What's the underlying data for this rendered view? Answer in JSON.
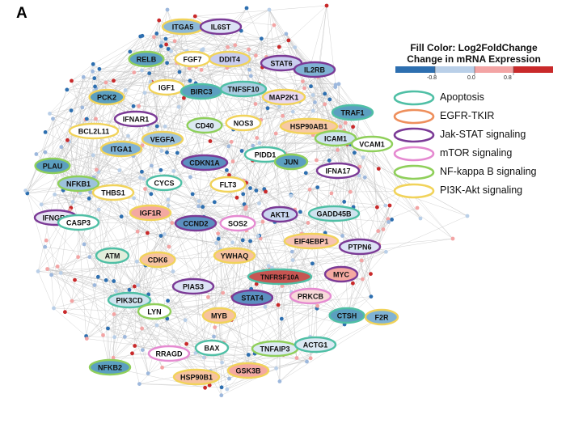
{
  "panel_label": "A",
  "legend": {
    "title_line1": "Fill Color: Log2FoldChange",
    "title_line2": "Change in mRNA Expression",
    "scale_colors": [
      "#2d6fb0",
      "#b9cfe8",
      "#f3a4a4",
      "#c9292a"
    ],
    "ticks": [
      "-0.8",
      "0.0",
      "0.8"
    ],
    "categories": [
      {
        "label": "Apoptosis",
        "color": "#4fbfa5"
      },
      {
        "label": "EGFR-TKIR",
        "color": "#ee8f5c"
      },
      {
        "label": "Jak-STAT signaling",
        "color": "#7b3a96"
      },
      {
        "label": "mTOR signaling",
        "color": "#e58ad1"
      },
      {
        "label": "NF-kappa B signaling",
        "color": "#8fcf5a"
      },
      {
        "label": "PI3K-Akt signaling",
        "color": "#f1d35a"
      }
    ]
  },
  "genes": [
    {
      "label": "ITGA5",
      "fill": "#8cb8d6",
      "ring": "#f1d35a"
    },
    {
      "label": "IL6ST",
      "fill": "#dde3f5",
      "ring": "#7b3a96"
    },
    {
      "label": "RELB",
      "fill": "#5b9fc0",
      "ring": "#8fcf5a"
    },
    {
      "label": "FGF7",
      "fill": "#ffffff",
      "ring": "#f1d35a"
    },
    {
      "label": "DDIT4",
      "fill": "#c9cdef",
      "ring": "#f1d35a"
    },
    {
      "label": "STAT6",
      "fill": "#c9cdef",
      "ring": "#7b3a96"
    },
    {
      "label": "IL2RB",
      "fill": "#7fb2d4",
      "ring": "#7b3a96"
    },
    {
      "label": "IGF1",
      "fill": "#ffffff",
      "ring": "#f1d35a"
    },
    {
      "label": "BIRC3",
      "fill": "#5b9fc0",
      "ring": "#4fbfa5"
    },
    {
      "label": "TNFSF10",
      "fill": "#a9cde2",
      "ring": "#4fbfa5"
    },
    {
      "label": "MAP2K1",
      "fill": "#e9d8f0",
      "ring": "#f1d35a"
    },
    {
      "label": "PCK2",
      "fill": "#5b9fc0",
      "ring": "#f1d35a"
    },
    {
      "label": "IFNAR1",
      "fill": "#ffffff",
      "ring": "#7b3a96"
    },
    {
      "label": "TRAF1",
      "fill": "#5b9fc0",
      "ring": "#4fbfa5"
    },
    {
      "label": "BCL2L11",
      "fill": "#ffffff",
      "ring": "#f1d35a"
    },
    {
      "label": "CD40",
      "fill": "#dce9f3",
      "ring": "#8fcf5a"
    },
    {
      "label": "NOS3",
      "fill": "#ffffff",
      "ring": "#f1d35a"
    },
    {
      "label": "HSP90AB1",
      "fill": "#f7c9a5",
      "ring": "#f1d35a"
    },
    {
      "label": "ICAM1",
      "fill": "#cfe3ef",
      "ring": "#8fcf5a"
    },
    {
      "label": "VCAM1",
      "fill": "#ffffff",
      "ring": "#8fcf5a"
    },
    {
      "label": "ITGA1",
      "fill": "#7fb2d4",
      "ring": "#f1d35a"
    },
    {
      "label": "VEGFA",
      "fill": "#9cc2dc",
      "ring": "#f1d35a"
    },
    {
      "label": "PLAU",
      "fill": "#5b9fc0",
      "ring": "#8fcf5a"
    },
    {
      "label": "CDKN1A",
      "fill": "#5b8fc0",
      "ring": "#7b3a96"
    },
    {
      "label": "PIDD1",
      "fill": "#ffffff",
      "ring": "#4fbfa5"
    },
    {
      "label": "JUN",
      "fill": "#5b9fc0",
      "ring": "#8fcf5a"
    },
    {
      "label": "NFKB1",
      "fill": "#9cc2dc",
      "ring": "#8fcf5a"
    },
    {
      "label": "IFNA17",
      "fill": "#ffffff",
      "ring": "#7b3a96"
    },
    {
      "label": "CYCS",
      "fill": "#ffffff",
      "ring": "#4fbfa5"
    },
    {
      "label": "FLT3",
      "fill": "#ffffff",
      "ring": "#f1d35a"
    },
    {
      "label": "THBS1",
      "fill": "#ffffff",
      "ring": "#f1d35a"
    },
    {
      "label": "IGF1R",
      "fill": "#f4a9a1",
      "ring": "#f1d35a"
    },
    {
      "label": "IFNGR1",
      "fill": "#e6e2f3",
      "ring": "#7b3a96"
    },
    {
      "label": "CASP3",
      "fill": "#ffffff",
      "ring": "#4fbfa5"
    },
    {
      "label": "CCND2",
      "fill": "#5b8fc0",
      "ring": "#7b3a96"
    },
    {
      "label": "SOS2",
      "fill": "#ffffff",
      "ring": "#e58ad1"
    },
    {
      "label": "AKT1",
      "fill": "#c9d6ef",
      "ring": "#7b3a96"
    },
    {
      "label": "GADD45B",
      "fill": "#cfe3ef",
      "ring": "#4fbfa5"
    },
    {
      "label": "EIF4EBP1",
      "fill": "#f7c3b3",
      "ring": "#f1d35a"
    },
    {
      "label": "PTPN6",
      "fill": "#dde3f5",
      "ring": "#7b3a96"
    },
    {
      "label": "ATM",
      "fill": "#e3eedc",
      "ring": "#4fbfa5"
    },
    {
      "label": "CDK6",
      "fill": "#f7c3a0",
      "ring": "#f1d35a"
    },
    {
      "label": "YWHAQ",
      "fill": "#f7c3a0",
      "ring": "#f1d35a"
    },
    {
      "label": "TNFRSF10A",
      "fill": "#c75552",
      "ring": "#4fbfa5"
    },
    {
      "label": "MYC",
      "fill": "#f4a9a1",
      "ring": "#7b3a96"
    },
    {
      "label": "PIAS3",
      "fill": "#dde3f5",
      "ring": "#7b3a96"
    },
    {
      "label": "PIK3CD",
      "fill": "#cfe3ef",
      "ring": "#4fbfa5"
    },
    {
      "label": "STAT4",
      "fill": "#5b8fc0",
      "ring": "#7b3a96"
    },
    {
      "label": "PRKCB",
      "fill": "#f8dada",
      "ring": "#e58ad1"
    },
    {
      "label": "LYN",
      "fill": "#ffffff",
      "ring": "#8fcf5a"
    },
    {
      "label": "MYB",
      "fill": "#f7c3a0",
      "ring": "#f1d35a"
    },
    {
      "label": "CTSH",
      "fill": "#5b9fc0",
      "ring": "#4fbfa5"
    },
    {
      "label": "F2R",
      "fill": "#7fb2d4",
      "ring": "#f1d35a"
    },
    {
      "label": "BAX",
      "fill": "#ffffff",
      "ring": "#4fbfa5"
    },
    {
      "label": "TNFAIP3",
      "fill": "#dce9f3",
      "ring": "#8fcf5a"
    },
    {
      "label": "ACTG1",
      "fill": "#dce9f3",
      "ring": "#4fbfa5"
    },
    {
      "label": "RRAGD",
      "fill": "#ffffff",
      "ring": "#e58ad1"
    },
    {
      "label": "NFKB2",
      "fill": "#5b9fc0",
      "ring": "#8fcf5a"
    },
    {
      "label": "HSP90B1",
      "fill": "#f7c3a0",
      "ring": "#f1d35a"
    },
    {
      "label": "GSK3B",
      "fill": "#f4a9a1",
      "ring": "#f1d35a"
    }
  ]
}
